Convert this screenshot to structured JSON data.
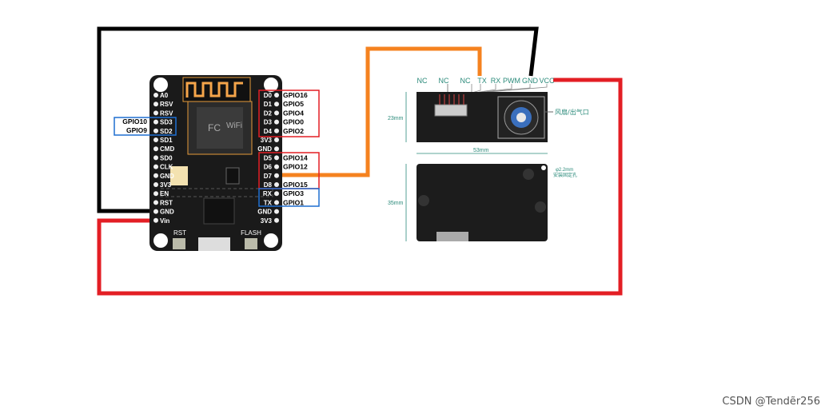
{
  "board": {
    "left_pins": [
      "A0",
      "RSV",
      "RSV",
      "SD3",
      "SD2",
      "SD1",
      "CMD",
      "SD0",
      "CLK",
      "GND",
      "3V3",
      "EN",
      "RST",
      "GND",
      "Vin"
    ],
    "right_pins": [
      "D0",
      "D1",
      "D2",
      "D3",
      "D4",
      "3V3",
      "GND",
      "D5",
      "D6",
      "D7",
      "D8",
      "RX",
      "TX",
      "GND",
      "3V3"
    ],
    "left_gpio": [
      "GPIO10",
      "GPIO9"
    ],
    "right_gpio_top": [
      "GPIO16",
      "GPIO5",
      "GPIO4",
      "GPIO0",
      "GPIO2"
    ],
    "right_gpio_mid": [
      "GPIO14",
      "GPIO12",
      "",
      "GPIO15"
    ],
    "right_gpio_bottom": [
      "GPIO3",
      "GPIO1"
    ],
    "rst_label": "RST",
    "flash_label": "FLASH"
  },
  "sensor": {
    "pins": [
      "NC",
      "NC",
      "NC",
      "TX",
      "RX",
      "PWM",
      "GND",
      "VCC"
    ],
    "fan_label": "风扇/出气口",
    "hole_label_1": "φ2.2mm",
    "hole_label_2": "安装固定孔",
    "dim_height_top": "23mm",
    "dim_width": "53mm",
    "dim_height_bottom": "35mm"
  },
  "colors": {
    "black_wire": "#000000",
    "orange_wire": "#f5821f",
    "red_wire": "#e31e24",
    "red_box": "#e31e24",
    "blue_box": "#1f6fd1",
    "board": "#1a1a1a",
    "teal_text": "#2a8a7a"
  },
  "watermark": "CSDN @Tendẽr256"
}
